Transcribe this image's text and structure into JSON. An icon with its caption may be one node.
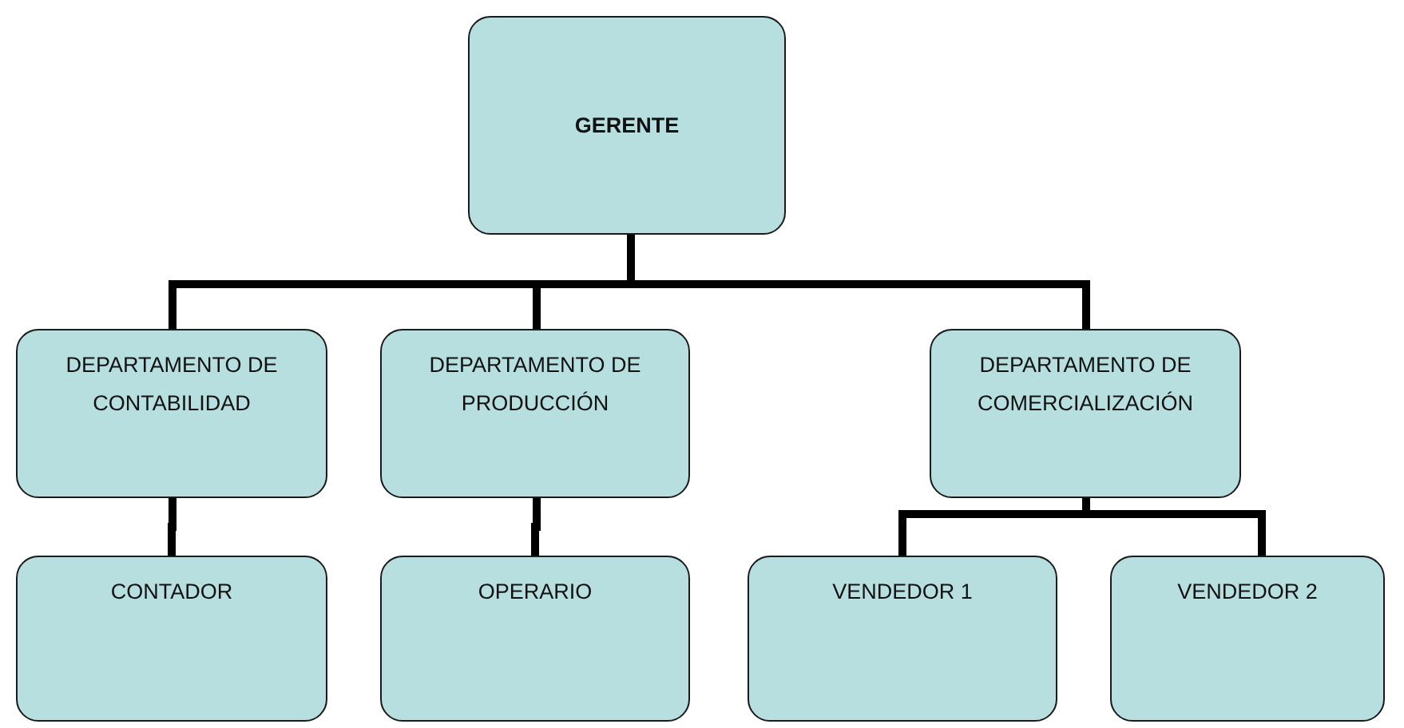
{
  "diagram": {
    "nodes": [
      {
        "text": [
          "GERENTE"
        ]
      },
      {
        "text": [
          "DEPARTAMENTO DE CONTABILIDAD"
        ]
      },
      {
        "text": [
          "DEPARTAMENTO DE PRODUCCIÓN"
        ]
      },
      {
        "text": [
          "DEPARTAMENTO DE COMERCIALIZACIÓN"
        ]
      },
      {
        "text": [
          "CONTADOR"
        ]
      },
      {
        "text": [
          "OPERARIO"
        ]
      },
      {
        "text": [
          "VENDEDOR 1"
        ]
      },
      {
        "text": [
          "VENDEDOR 2"
        ]
      }
    ],
    "edges": [
      {
        "from": 0,
        "to": 1,
        "arrow": "none"
      },
      {
        "from": 0,
        "to": 2,
        "arrow": "none"
      },
      {
        "from": 0,
        "to": 3,
        "arrow": "none"
      },
      {
        "from": 1,
        "to": 4,
        "arrow": "none"
      },
      {
        "from": 2,
        "to": 5,
        "arrow": "none"
      },
      {
        "from": 3,
        "to": 6,
        "arrow": "none"
      },
      {
        "from": 3,
        "to": 7,
        "arrow": "none"
      }
    ]
  }
}
